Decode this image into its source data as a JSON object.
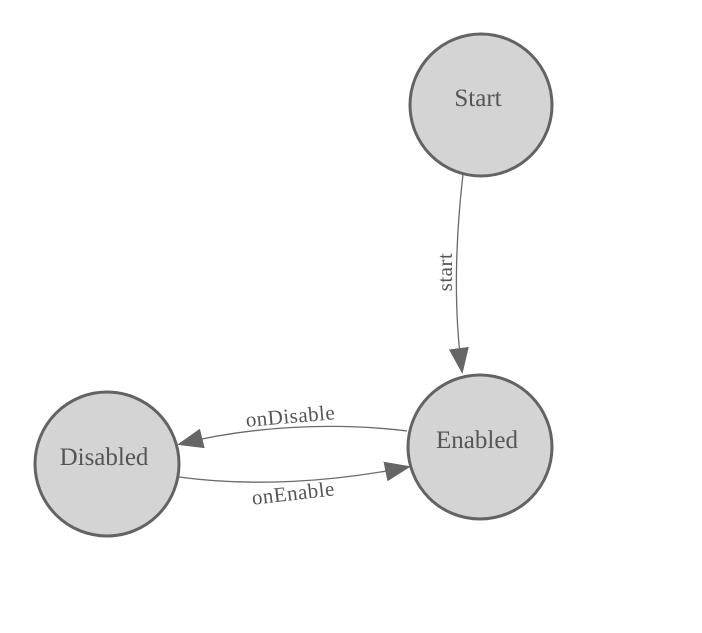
{
  "diagram": {
    "type": "state-machine-graph",
    "nodes": [
      {
        "id": "start",
        "label": "Start"
      },
      {
        "id": "enabled",
        "label": "Enabled"
      },
      {
        "id": "disabled",
        "label": "Disabled"
      }
    ],
    "edges": [
      {
        "from": "Start",
        "to": "Enabled",
        "label": "start"
      },
      {
        "from": "Enabled",
        "to": "Disabled",
        "label": "onDisable"
      },
      {
        "from": "Disabled",
        "to": "Enabled",
        "label": "onEnable"
      }
    ]
  },
  "colors": {
    "background": "#ffffff",
    "node_fill": "#d4d4d4",
    "node_stroke": "#636363",
    "edge_stroke": "#6a6a6a",
    "arrow_fill": "#666666",
    "label_text": "#555555"
  }
}
